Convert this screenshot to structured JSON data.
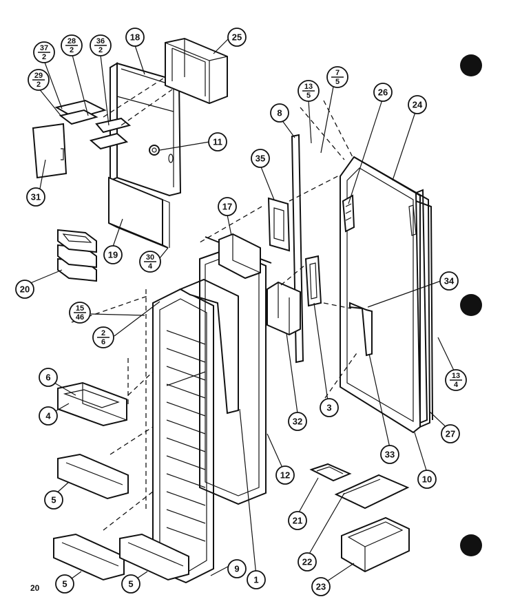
{
  "page_number": "20",
  "callouts": [
    {
      "id": "c37",
      "label": "37",
      "sub": "2"
    },
    {
      "id": "c28",
      "label": "28",
      "sub": "2"
    },
    {
      "id": "c36",
      "label": "36",
      "sub": "2"
    },
    {
      "id": "c18",
      "label": "18"
    },
    {
      "id": "c25",
      "label": "25"
    },
    {
      "id": "c29",
      "label": "29",
      "sub": "2"
    },
    {
      "id": "c7",
      "label": "7",
      "sub": "5"
    },
    {
      "id": "c13a",
      "label": "13",
      "sub": "5"
    },
    {
      "id": "c26",
      "label": "26"
    },
    {
      "id": "c24",
      "label": "24"
    },
    {
      "id": "c8",
      "label": "8"
    },
    {
      "id": "c11",
      "label": "11"
    },
    {
      "id": "c31",
      "label": "31"
    },
    {
      "id": "c35",
      "label": "35"
    },
    {
      "id": "c17",
      "label": "17"
    },
    {
      "id": "c19",
      "label": "19"
    },
    {
      "id": "c20",
      "label": "20"
    },
    {
      "id": "c30",
      "label": "30",
      "sub": "4"
    },
    {
      "id": "c15",
      "label": "15",
      "sub": "46"
    },
    {
      "id": "c2",
      "label": "2",
      "sub": "6"
    },
    {
      "id": "c34",
      "label": "34"
    },
    {
      "id": "c13b",
      "label": "13",
      "sub": "4"
    },
    {
      "id": "c6",
      "label": "6"
    },
    {
      "id": "c4",
      "label": "4"
    },
    {
      "id": "c32",
      "label": "32"
    },
    {
      "id": "c3",
      "label": "3"
    },
    {
      "id": "c27",
      "label": "27"
    },
    {
      "id": "c33",
      "label": "33"
    },
    {
      "id": "c10",
      "label": "10"
    },
    {
      "id": "c12",
      "label": "12"
    },
    {
      "id": "c5a",
      "label": "5"
    },
    {
      "id": "c21",
      "label": "21"
    },
    {
      "id": "c1",
      "label": "1"
    },
    {
      "id": "c22",
      "label": "22"
    },
    {
      "id": "c9",
      "label": "9"
    },
    {
      "id": "c5b",
      "label": "5"
    },
    {
      "id": "c5c",
      "label": "5"
    },
    {
      "id": "c23",
      "label": "23"
    }
  ]
}
